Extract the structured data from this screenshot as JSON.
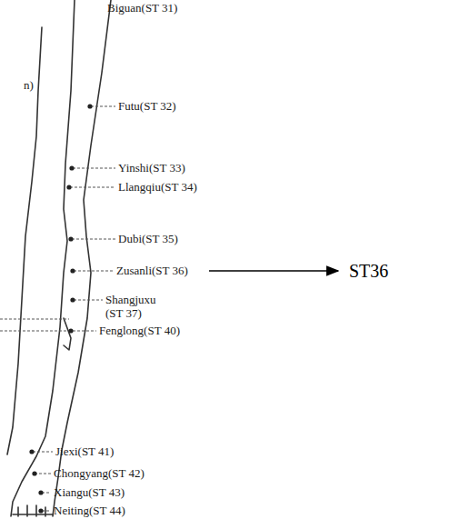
{
  "diagram": {
    "labels": [
      "Biguan(ST 31)",
      "Futu(ST 32)",
      "Yinshi(ST 33)",
      "Llangqiu(ST 34)",
      "Dubi(ST 35)",
      "Zusanli(ST 36)",
      "Shangjuxu (ST 37)",
      "Fenglong(ST 40)",
      "Jiexi(ST 41)",
      "Chongyang(ST 42)",
      "Xiangu(ST 43)",
      "Neiting(ST 44)",
      "ST36",
      "n)"
    ]
  }
}
